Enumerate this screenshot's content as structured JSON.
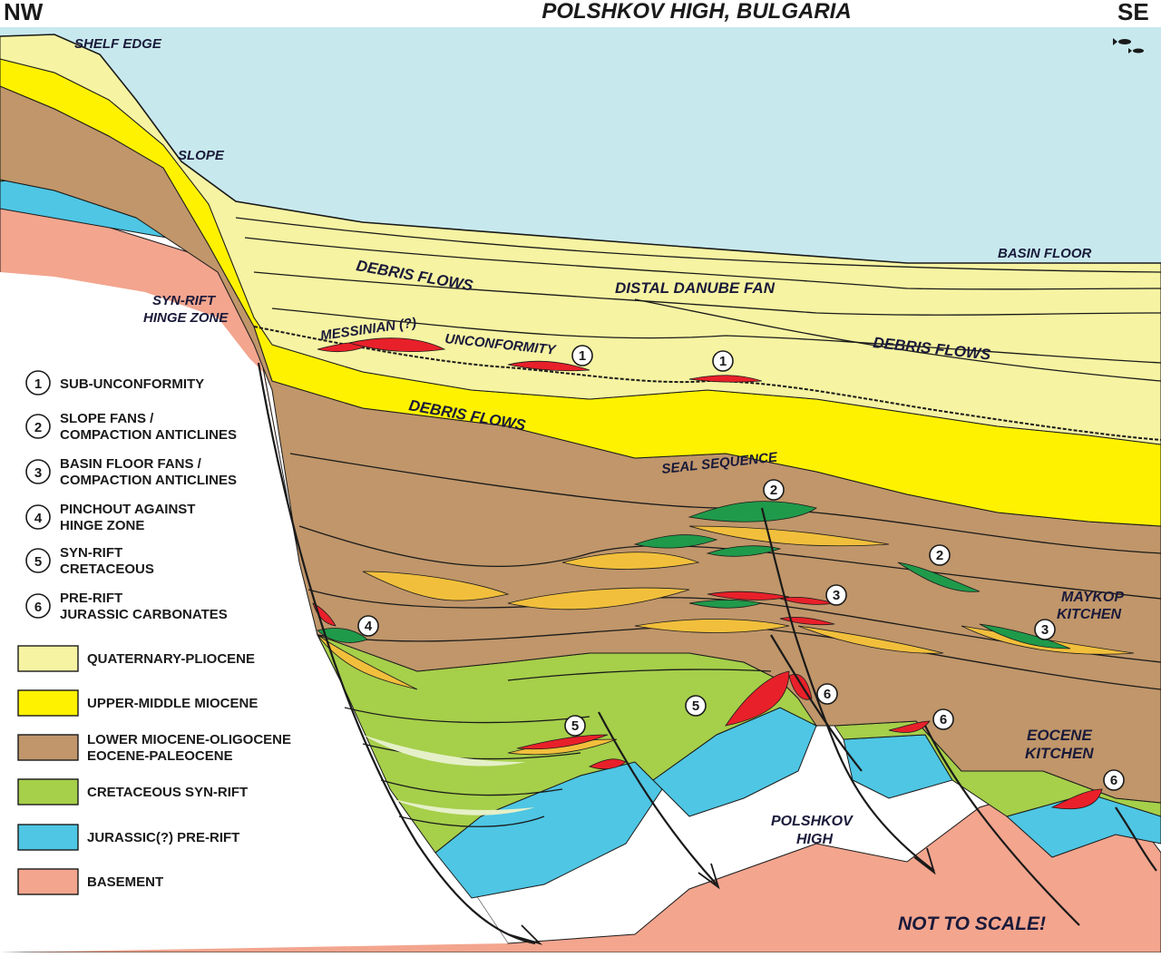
{
  "title": "POLSHKOV HIGH, BULGARIA",
  "direction_left": "NW",
  "direction_right": "SE",
  "labels": {
    "shelf_edge": "SHELF EDGE",
    "slope": "SLOPE",
    "basin_floor": "BASIN FLOOR",
    "debris_flows": "DEBRIS FLOWS",
    "distal_danube_fan": "DISTAL DANUBE FAN",
    "syn_rift_hinge_1": "SYN-RIFT",
    "syn_rift_hinge_2": "HINGE ZONE",
    "messinian": "MESSINIAN (?)",
    "unconformity": "UNCONFORMITY",
    "seal_sequence": "SEAL SEQUENCE",
    "maykop_1": "MAYKOP",
    "maykop_2": "KITCHEN",
    "eocene_1": "EOCENE",
    "eocene_2": "KITCHEN",
    "polshkov_1": "POLSHKOV",
    "polshkov_2": "HIGH",
    "not_to_scale": "NOT TO SCALE!"
  },
  "play_types": [
    {
      "num": "1",
      "line1": "SUB-UNCONFORMITY",
      "line2": ""
    },
    {
      "num": "2",
      "line1": "SLOPE FANS /",
      "line2": "COMPACTION ANTICLINES"
    },
    {
      "num": "3",
      "line1": "BASIN FLOOR FANS /",
      "line2": "COMPACTION ANTICLINES"
    },
    {
      "num": "4",
      "line1": "PINCHOUT AGAINST",
      "line2": "HINGE ZONE"
    },
    {
      "num": "5",
      "line1": "SYN-RIFT",
      "line2": "CRETACEOUS"
    },
    {
      "num": "6",
      "line1": "PRE-RIFT",
      "line2": "JURASSIC  CARBONATES"
    }
  ],
  "units": [
    {
      "line1": "QUATERNARY-PLIOCENE",
      "line2": "",
      "color": "#f6f3a2"
    },
    {
      "line1": "UPPER-MIDDLE MIOCENE",
      "line2": "",
      "color": "#fff200"
    },
    {
      "line1": "LOWER MIOCENE-OLIGOCENE",
      "line2": "EOCENE-PALEOCENE",
      "color": "#c0966a"
    },
    {
      "line1": "CRETACEOUS SYN-RIFT",
      "line2": "",
      "color": "#a6cf4a"
    },
    {
      "line1": "JURASSIC(?) PRE-RIFT",
      "line2": "",
      "color": "#4ec6e4"
    },
    {
      "line1": "BASEMENT",
      "line2": "",
      "color": "#f3a58e"
    }
  ],
  "colors": {
    "sea": "#c7e9ee",
    "reservoir_fan": "#f2bf3c",
    "oil_trap": "#e8202a",
    "gas_trap": "#1f9a4a"
  }
}
